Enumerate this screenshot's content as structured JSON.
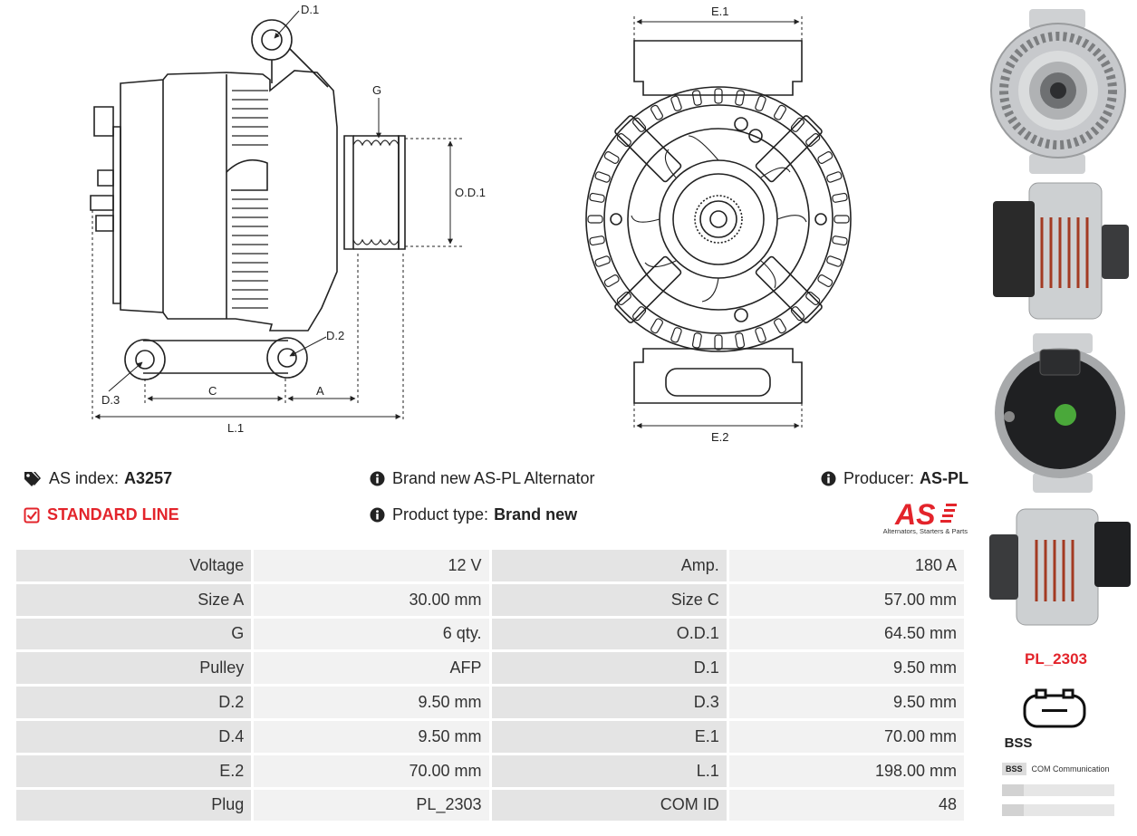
{
  "dimensions": {
    "d1": "D.1",
    "d2": "D.2",
    "d3": "D.3",
    "g": "G",
    "od1": "O.D.1",
    "c": "C",
    "a": "A",
    "l1": "L.1",
    "e1": "E.1",
    "e2": "E.2"
  },
  "info": {
    "as_index_label": "AS index:",
    "as_index_value": "A3257",
    "line": "STANDARD LINE",
    "description": "Brand new AS-PL Alternator",
    "product_type_label": "Product type:",
    "product_type_value": "Brand new",
    "producer_label": "Producer:",
    "producer_value": "AS-PL"
  },
  "logo": {
    "mark": "AS",
    "tagline": "Alternators, Starters & Parts"
  },
  "specs": [
    [
      "Voltage",
      "12 V",
      "Amp.",
      "180 A"
    ],
    [
      "Size A",
      "30.00 mm",
      "Size C",
      "57.00 mm"
    ],
    [
      "G",
      "6 qty.",
      "O.D.1",
      "64.50 mm"
    ],
    [
      "Pulley",
      "AFP",
      "D.1",
      "9.50 mm"
    ],
    [
      "D.2",
      "9.50 mm",
      "D.3",
      "9.50 mm"
    ],
    [
      "D.4",
      "9.50 mm",
      "E.1",
      "70.00 mm"
    ],
    [
      "E.2",
      "70.00 mm",
      "L.1",
      "198.00 mm"
    ],
    [
      "Plug",
      "PL_2303",
      "COM ID",
      "48"
    ]
  ],
  "plug": {
    "name": "PL_2303",
    "code": "BSS"
  },
  "com": {
    "code": "BSS",
    "text": "COM Communication"
  },
  "colors": {
    "accent": "#e3242b",
    "label_bg": "#e4e4e4",
    "value_bg": "#f2f2f2"
  },
  "icons": [
    "tags-icon",
    "check-square-icon",
    "info-circle-icon"
  ]
}
